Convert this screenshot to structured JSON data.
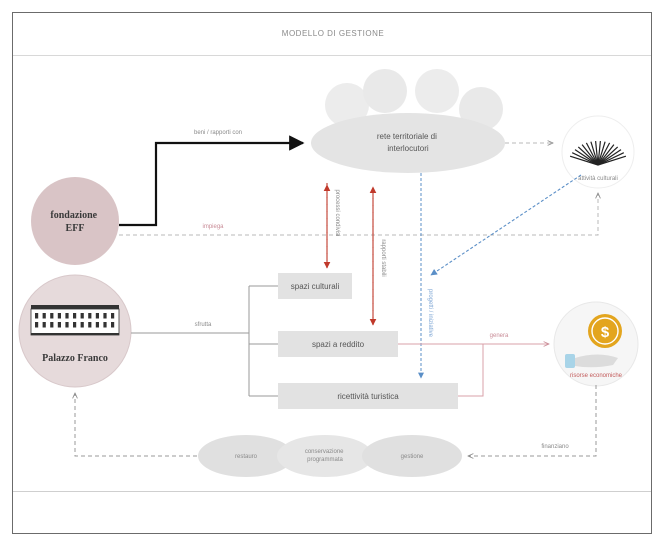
{
  "title": "MODELLO DI GESTIONE",
  "nodes": {
    "fondazione": "fondazione\nEFF",
    "palazzo": "Palazzo Franco",
    "rete": "rete territoriale di\ninterlocutori",
    "attivita": "attività culturali",
    "spazi_culturali": "spazi culturali",
    "spazi_reddito": "spazi a reddito",
    "ricettivita": "ricettività turistica",
    "risorse": "risorse economiche",
    "cycle_1": "restauro",
    "cycle_2": "conservazione\nprogrammata",
    "cycle_3": "gestione"
  },
  "edges": {
    "beni": "beni / rapporti con",
    "sfrutta": "sfrutta",
    "impiega": "impiega",
    "genera": "genera",
    "finanziano": "finanziano",
    "v1": "processi condivisi",
    "v2": "rapporti stabili",
    "v3": "progetti / iniziative"
  },
  "colors": {
    "red": "#c0392b",
    "blue": "#5b8fc7",
    "pink": "#d9a0a8",
    "gold": "#e3a51e"
  }
}
